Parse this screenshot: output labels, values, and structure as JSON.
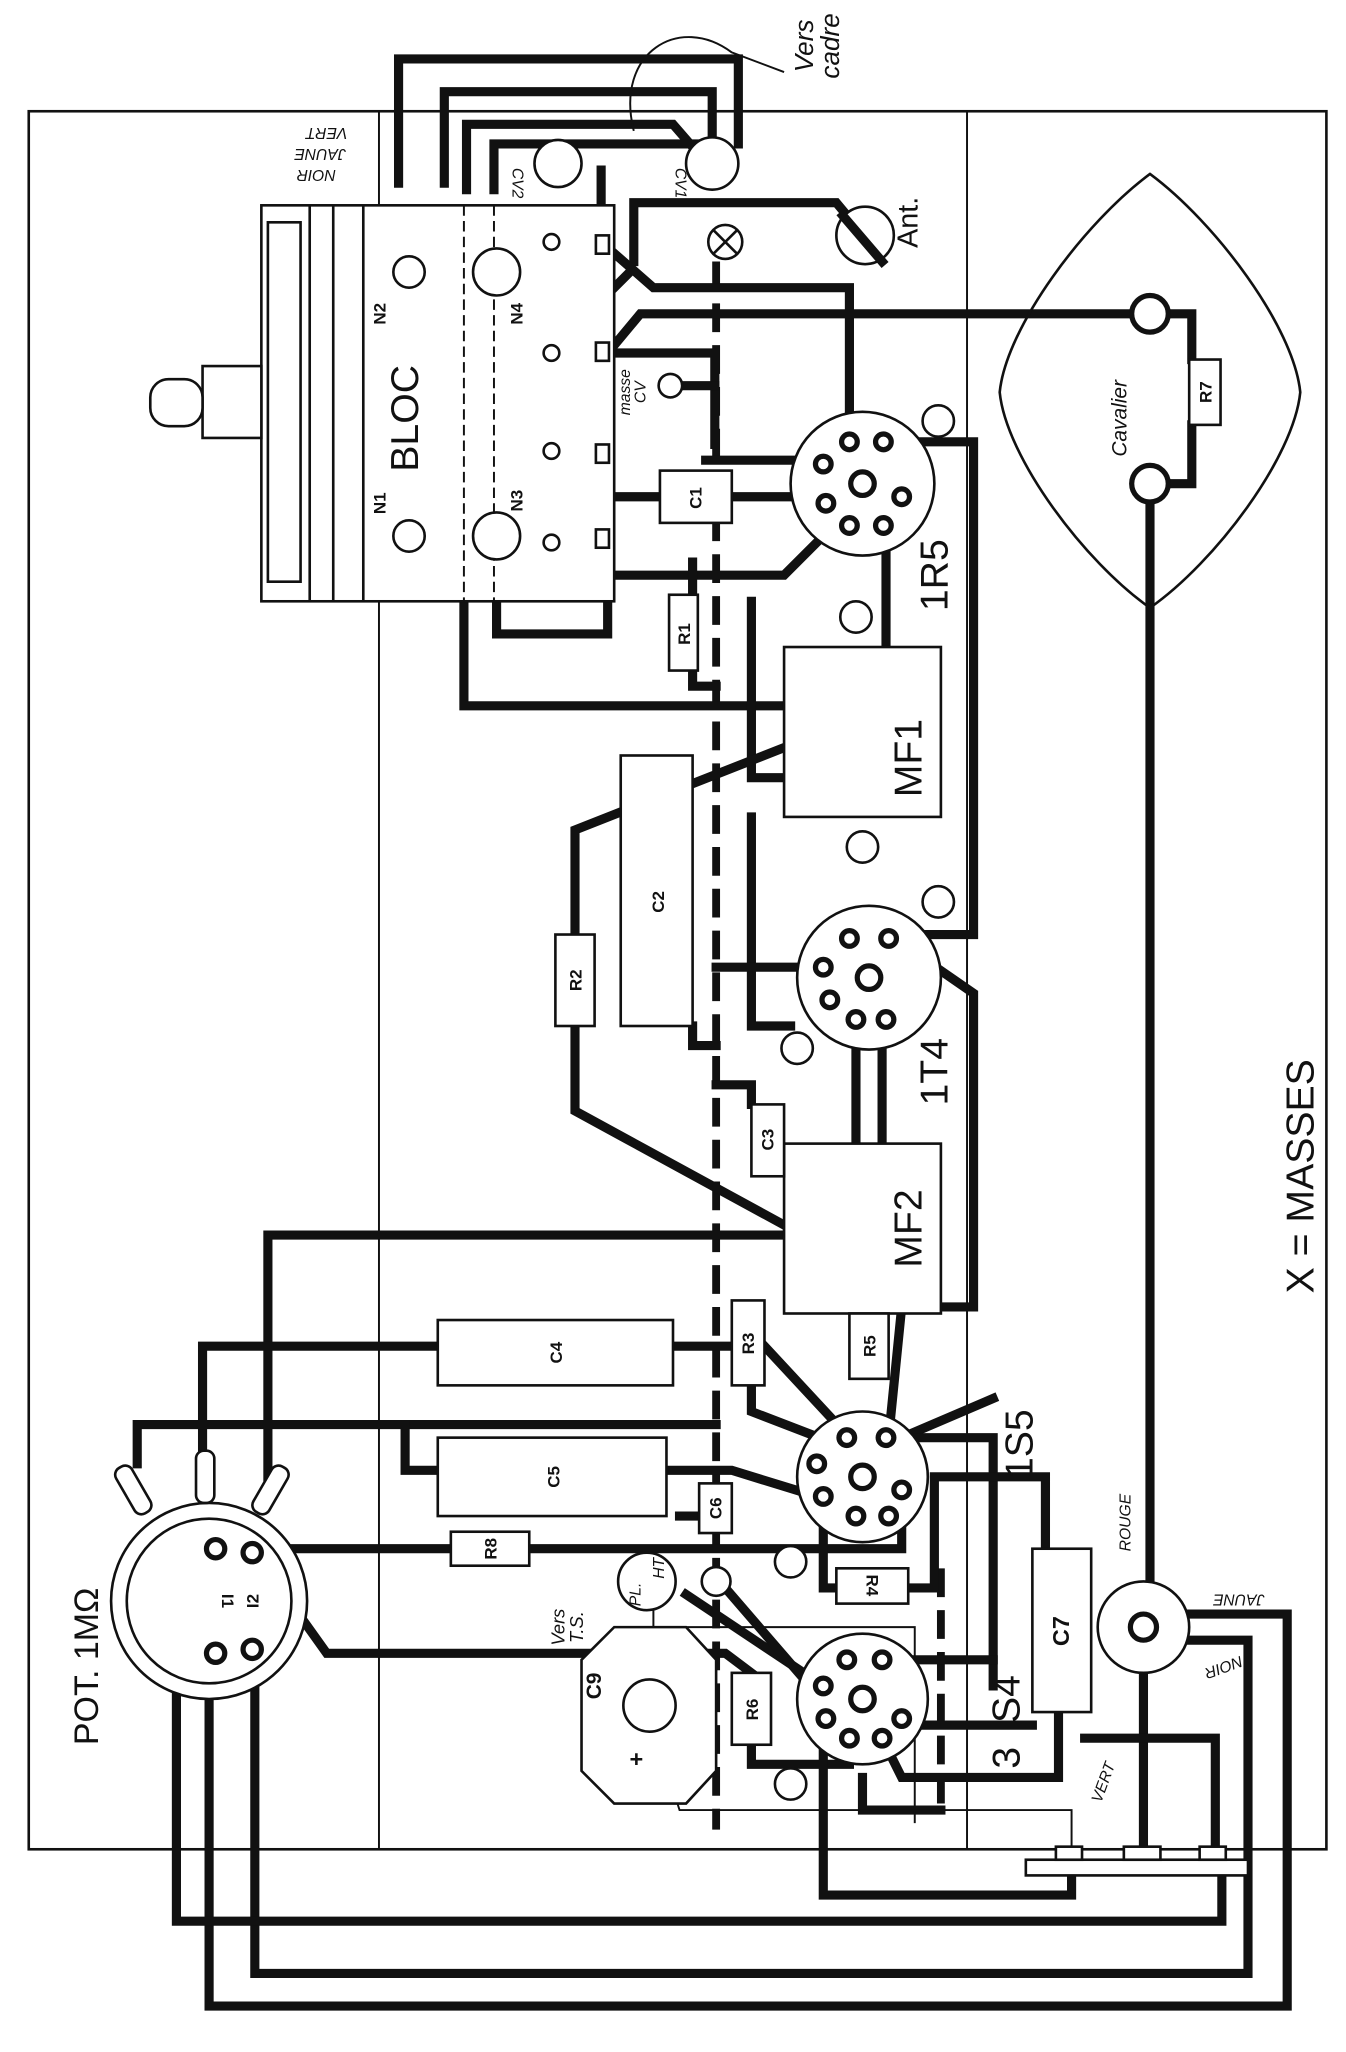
{
  "diagram": {
    "bloc": {
      "title": "BLOC",
      "n1": "N1",
      "n2": "N2",
      "n3": "N3",
      "n4": "N4",
      "masse_cv_1": "masse",
      "masse_cv_2": "CV"
    },
    "frame_wires": {
      "vers": "Vers",
      "cadre": "cadre",
      "vert": "VERT",
      "jaune": "JAUNE",
      "noir": "NOIR"
    },
    "cv1": "CV1",
    "cv2": "CV2",
    "antenna": "Ant.",
    "tubes": {
      "t1": "1R5",
      "t2": "1T4",
      "t3": "1S5",
      "t4_a": "3",
      "t4_b": "S4"
    },
    "transformers": {
      "mf1": "MF1",
      "mf2": "MF2"
    },
    "components": {
      "c1": "C1",
      "c2": "C2",
      "c3": "C3",
      "c4": "C4",
      "c5": "C5",
      "c6": "C6",
      "c7": "C7",
      "c9": "C9",
      "c9_plus": "+",
      "r1": "R1",
      "r2": "R2",
      "r3": "R3",
      "r4": "R4",
      "r5": "R5",
      "r6": "R6",
      "r7": "R7",
      "r8": "R8"
    },
    "cavalier": "Cavalier",
    "ts": {
      "vers": "Vers",
      "ts": "T.S.",
      "pl": "PL.",
      "ht": "HT"
    },
    "pot": {
      "title": "POT. 1MΩ",
      "i1": "I1",
      "i2": "I2"
    },
    "battery_wires": {
      "rouge": "ROUGE",
      "jaune": "JAUNE",
      "noir": "NOIR",
      "vert": "VERT"
    },
    "legend": "X = MASSES"
  }
}
